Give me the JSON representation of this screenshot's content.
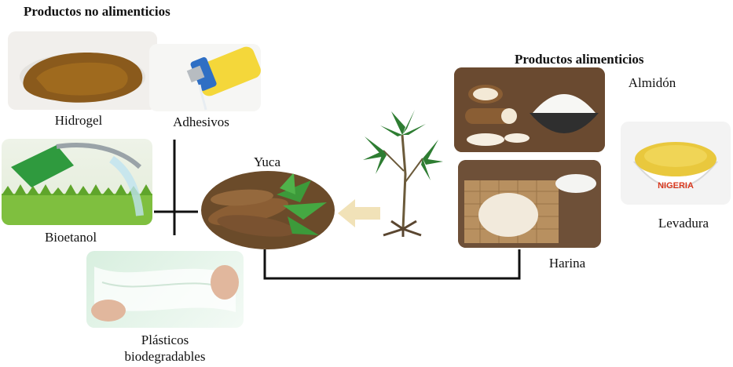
{
  "headings": {
    "non_food": "Productos no alimenticios",
    "food": "Productos alimenticios"
  },
  "center": {
    "label": "Yuca"
  },
  "non_food_items": {
    "hydrogel": "Hidrogel",
    "adhesives": "Adhesivos",
    "bioethanol": "Bioetanol",
    "plastics_line1": "Plásticos",
    "plastics_line2": "biodegradables"
  },
  "food_items": {
    "starch": "Almidón",
    "flour": "Harina",
    "yeast": "Levadura",
    "bowl_text": "NIGERIA"
  },
  "colors": {
    "connector": "#111111",
    "arrow": "#f1e2b8",
    "leaf": "#2e7d32",
    "cassava_root": "#7a5230"
  },
  "icons": {
    "plant": "cassava-plant-icon",
    "arrow": "left-arrow-icon"
  }
}
